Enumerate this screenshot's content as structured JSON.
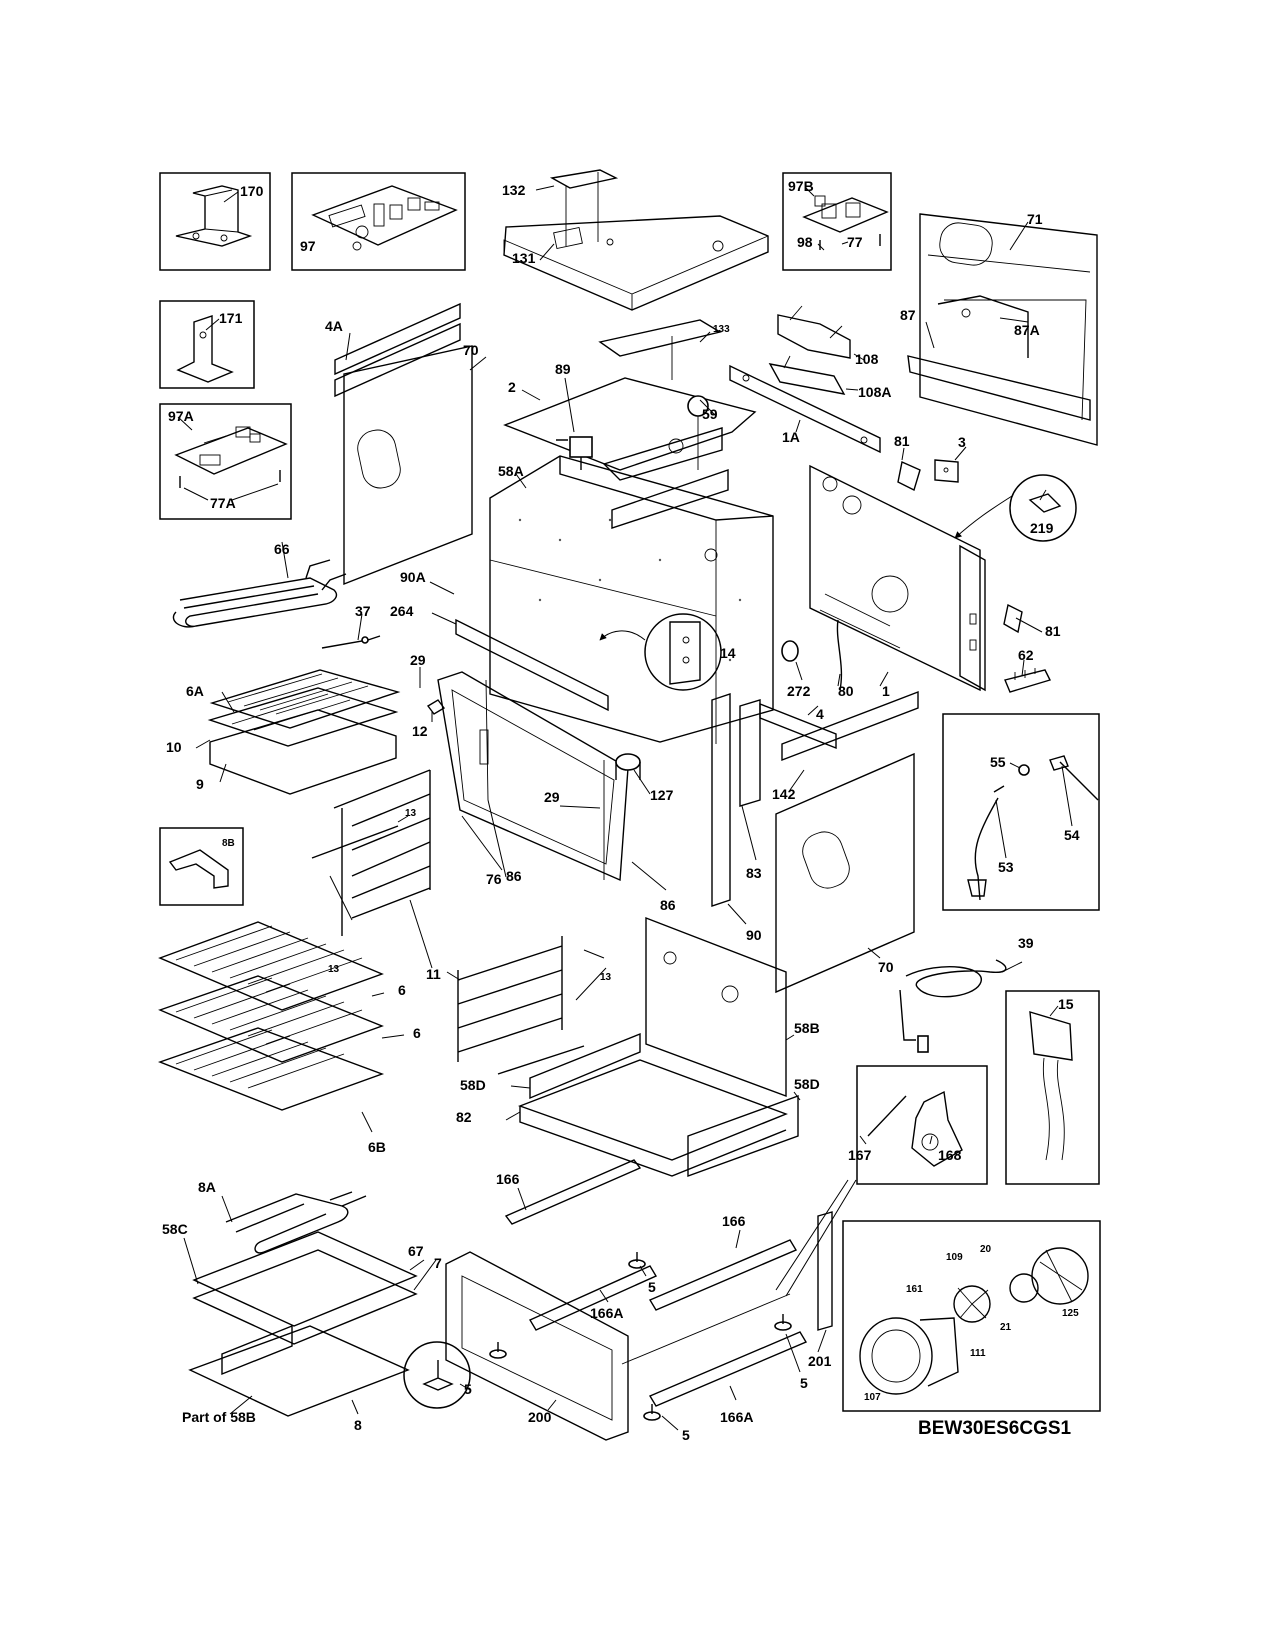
{
  "model_number": "BEW30ES6CGS1",
  "part_of_label": "Part of 58B",
  "callouts": {
    "c170": "170",
    "c97": "97",
    "c171": "171",
    "c97A": "97A",
    "c77A": "77A",
    "c132": "132",
    "c131": "131",
    "c97B": "97B",
    "c98": "98",
    "c77": "77",
    "c71": "71",
    "c87": "87",
    "c87A": "87A",
    "c4A": "4A",
    "c70a": "70",
    "c89": "89",
    "c2": "2",
    "c133": "133",
    "c59": "59",
    "c108": "108",
    "c108A": "108A",
    "c1A": "1A",
    "c81a": "81",
    "c3": "3",
    "c219": "219",
    "c58A": "58A",
    "c66": "66",
    "c90A": "90A",
    "c264": "264",
    "c37": "37",
    "c14": "14",
    "c81b": "81",
    "c29a": "29",
    "c6A": "6A",
    "c12": "12",
    "c272": "272",
    "c80": "80",
    "c1": "1",
    "c62": "62",
    "c10": "10",
    "c9": "9",
    "c13a": "13",
    "c29b": "29",
    "c127": "127",
    "c4": "4",
    "c142": "142",
    "c55": "55",
    "c54": "54",
    "c53": "53",
    "c86a": "86",
    "c76": "76",
    "c83": "83",
    "c8B": "8B",
    "c86b": "86",
    "c90": "90",
    "c13b": "13",
    "c11": "11",
    "c13c": "13",
    "c70b": "70",
    "c39": "39",
    "c6a": "6",
    "c6b": "6",
    "c15": "15",
    "c58B": "58B",
    "c58Da": "58D",
    "c58Db": "58D",
    "c82": "82",
    "c6B": "6B",
    "c167": "167",
    "c168": "168",
    "c8A": "8A",
    "c166a": "166",
    "c58C": "58C",
    "c67": "67",
    "c7": "7",
    "c166b": "166",
    "c5a": "5",
    "c166Aa": "166A",
    "c201": "201",
    "c20": "20",
    "c109": "109",
    "c161": "161",
    "c21": "21",
    "c125": "125",
    "c111": "111",
    "c107": "107",
    "c5b": "5",
    "c5c": "5",
    "c5d": "5",
    "c200": "200",
    "c166Ab": "166A",
    "c8": "8"
  },
  "icons": [
    "circuit-board-icon",
    "bracket-icon",
    "heating-element-icon",
    "oven-rack-icon",
    "broil-pan-icon",
    "rack-support-icon",
    "door-frame-icon",
    "temperature-probe-icon",
    "power-cord-icon",
    "fan-motor-icon",
    "drawer-slide-icon",
    "leveling-leg-icon",
    "thermostat-icon",
    "fan-blade-icon"
  ]
}
